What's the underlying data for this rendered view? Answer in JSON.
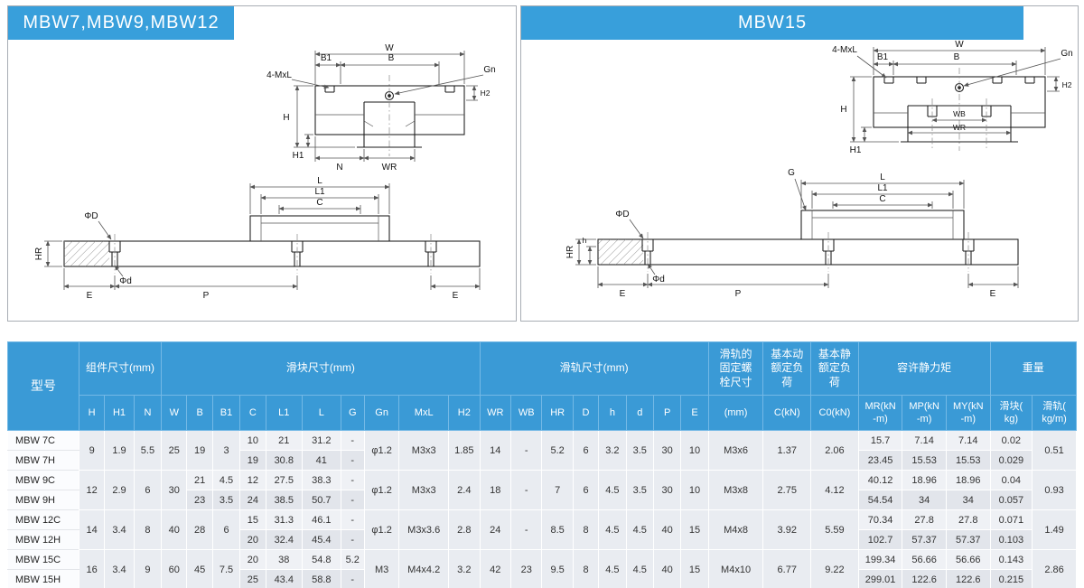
{
  "panels": [
    {
      "title": "MBW7,MBW9,MBW12",
      "front": {
        "w": "W",
        "b1": "B1",
        "b": "B",
        "mxl": "4-MxL",
        "gn": "Gn",
        "h": "H",
        "h1": "H1",
        "n": "N",
        "wr": "WR",
        "h2": "H2"
      },
      "side": {
        "l": "L",
        "l1": "L1",
        "c": "C",
        "dD": "ΦD",
        "dd": "Φd",
        "hr": "HR",
        "e": "E",
        "p": "P",
        "e2": "E"
      }
    },
    {
      "title": "MBW15",
      "front": {
        "w": "W",
        "b1": "B1",
        "b": "B",
        "mxl": "4-MxL",
        "gn": "Gn",
        "h": "H",
        "h1": "H1",
        "h2": "H2",
        "wb": "WB",
        "wr": "WR"
      },
      "side": {
        "g": "G",
        "l": "L",
        "l1": "L1",
        "c": "C",
        "dD": "ΦD",
        "dd": "Φd",
        "hr": "HR",
        "h": "h",
        "e": "E",
        "p": "P",
        "e2": "E"
      }
    }
  ],
  "table": {
    "header_row1": [
      {
        "t": "型号",
        "rs": 2
      },
      {
        "t": "组件尺寸(mm)",
        "cs": 3
      },
      {
        "t": "滑块尺寸(mm)",
        "cs": 10
      },
      {
        "t": "滑轨尺寸(mm)",
        "cs": 8
      },
      {
        "t": "滑轨的\n固定螺\n栓尺寸"
      },
      {
        "t": "基本动\n额定负\n荷"
      },
      {
        "t": "基本静\n额定负\n荷"
      },
      {
        "t": "容许静力矩",
        "cs": 3
      },
      {
        "t": "重量",
        "cs": 2
      }
    ],
    "header_row2": [
      "H",
      "H1",
      "N",
      "W",
      "B",
      "B1",
      "C",
      "L1",
      "L",
      "G",
      "Gn",
      "MxL",
      "H2",
      "WR",
      "WB",
      "HR",
      "D",
      "h",
      "d",
      "P",
      "E",
      "(mm)",
      "C(kN)",
      "C0(kN)",
      "MR(kN\n-m)",
      "MP(kN\n-m)",
      "MY(kN\n-m)",
      "滑块(\nkg)",
      "滑轨(\nkg/m)"
    ],
    "rows": [
      [
        [
          "MBW 7C",
          1
        ],
        [
          "9",
          2
        ],
        [
          "1.9",
          2
        ],
        [
          "5.5",
          2
        ],
        [
          "25",
          2
        ],
        [
          "19",
          2
        ],
        [
          "3",
          2
        ],
        [
          "10",
          1
        ],
        [
          "21",
          1
        ],
        [
          "31.2",
          1
        ],
        [
          "-",
          1
        ],
        [
          "φ1.2",
          2
        ],
        [
          "M3x3",
          2
        ],
        [
          "1.85",
          2
        ],
        [
          "14",
          2
        ],
        [
          "-",
          2
        ],
        [
          "5.2",
          2
        ],
        [
          "6",
          2
        ],
        [
          "3.2",
          2
        ],
        [
          "3.5",
          2
        ],
        [
          "30",
          2
        ],
        [
          "10",
          2
        ],
        [
          "M3x6",
          2
        ],
        [
          "1.37",
          2
        ],
        [
          "2.06",
          2
        ],
        [
          "15.7",
          1
        ],
        [
          "7.14",
          1
        ],
        [
          "7.14",
          1
        ],
        [
          "0.02",
          1
        ],
        [
          "0.51",
          2
        ]
      ],
      [
        [
          "MBW 7H",
          1
        ],
        [
          "19",
          1
        ],
        [
          "30.8",
          1
        ],
        [
          "41",
          1
        ],
        [
          "-",
          1
        ],
        [
          "23.45",
          1
        ],
        [
          "15.53",
          1
        ],
        [
          "15.53",
          1
        ],
        [
          "0.029",
          1
        ]
      ],
      [
        [
          "MBW 9C",
          1
        ],
        [
          "12",
          2
        ],
        [
          "2.9",
          2
        ],
        [
          "6",
          2
        ],
        [
          "30",
          2
        ],
        [
          "21",
          1
        ],
        [
          "4.5",
          1
        ],
        [
          "12",
          1
        ],
        [
          "27.5",
          1
        ],
        [
          "38.3",
          1
        ],
        [
          "-",
          1
        ],
        [
          "φ1.2",
          2
        ],
        [
          "M3x3",
          2
        ],
        [
          "2.4",
          2
        ],
        [
          "18",
          2
        ],
        [
          "-",
          2
        ],
        [
          "7",
          2
        ],
        [
          "6",
          2
        ],
        [
          "4.5",
          2
        ],
        [
          "3.5",
          2
        ],
        [
          "30",
          2
        ],
        [
          "10",
          2
        ],
        [
          "M3x8",
          2
        ],
        [
          "2.75",
          2
        ],
        [
          "4.12",
          2
        ],
        [
          "40.12",
          1
        ],
        [
          "18.96",
          1
        ],
        [
          "18.96",
          1
        ],
        [
          "0.04",
          1
        ],
        [
          "0.93",
          2
        ]
      ],
      [
        [
          "MBW 9H",
          1
        ],
        [
          "23",
          1
        ],
        [
          "3.5",
          1
        ],
        [
          "24",
          1
        ],
        [
          "38.5",
          1
        ],
        [
          "50.7",
          1
        ],
        [
          "-",
          1
        ],
        [
          "54.54",
          1
        ],
        [
          "34",
          1
        ],
        [
          "34",
          1
        ],
        [
          "0.057",
          1
        ]
      ],
      [
        [
          "MBW 12C",
          1
        ],
        [
          "14",
          2
        ],
        [
          "3.4",
          2
        ],
        [
          "8",
          2
        ],
        [
          "40",
          2
        ],
        [
          "28",
          2
        ],
        [
          "6",
          2
        ],
        [
          "15",
          1
        ],
        [
          "31.3",
          1
        ],
        [
          "46.1",
          1
        ],
        [
          "-",
          1
        ],
        [
          "φ1.2",
          2
        ],
        [
          "M3x3.6",
          2
        ],
        [
          "2.8",
          2
        ],
        [
          "24",
          2
        ],
        [
          "-",
          2
        ],
        [
          "8.5",
          2
        ],
        [
          "8",
          2
        ],
        [
          "4.5",
          2
        ],
        [
          "4.5",
          2
        ],
        [
          "40",
          2
        ],
        [
          "15",
          2
        ],
        [
          "M4x8",
          2
        ],
        [
          "3.92",
          2
        ],
        [
          "5.59",
          2
        ],
        [
          "70.34",
          1
        ],
        [
          "27.8",
          1
        ],
        [
          "27.8",
          1
        ],
        [
          "0.071",
          1
        ],
        [
          "1.49",
          2
        ]
      ],
      [
        [
          "MBW 12H",
          1
        ],
        [
          "20",
          1
        ],
        [
          "32.4",
          1
        ],
        [
          "45.4",
          1
        ],
        [
          "-",
          1
        ],
        [
          "102.7",
          1
        ],
        [
          "57.37",
          1
        ],
        [
          "57.37",
          1
        ],
        [
          "0.103",
          1
        ]
      ],
      [
        [
          "MBW 15C",
          1
        ],
        [
          "16",
          2
        ],
        [
          "3.4",
          2
        ],
        [
          "9",
          2
        ],
        [
          "60",
          2
        ],
        [
          "45",
          2
        ],
        [
          "7.5",
          2
        ],
        [
          "20",
          1
        ],
        [
          "38",
          1
        ],
        [
          "54.8",
          1
        ],
        [
          "5.2",
          1
        ],
        [
          "M3",
          2
        ],
        [
          "M4x4.2",
          2
        ],
        [
          "3.2",
          2
        ],
        [
          "42",
          2
        ],
        [
          "23",
          2
        ],
        [
          "9.5",
          2
        ],
        [
          "8",
          2
        ],
        [
          "4.5",
          2
        ],
        [
          "4.5",
          2
        ],
        [
          "40",
          2
        ],
        [
          "15",
          2
        ],
        [
          "M4x10",
          2
        ],
        [
          "6.77",
          2
        ],
        [
          "9.22",
          2
        ],
        [
          "199.34",
          1
        ],
        [
          "56.66",
          1
        ],
        [
          "56.66",
          1
        ],
        [
          "0.143",
          1
        ],
        [
          "2.86",
          2
        ]
      ],
      [
        [
          "MBW 15H",
          1
        ],
        [
          "25",
          1
        ],
        [
          "43.4",
          1
        ],
        [
          "58.8",
          1
        ],
        [
          "-",
          1
        ],
        [
          "299.01",
          1
        ],
        [
          "122.6",
          1
        ],
        [
          "122.6",
          1
        ],
        [
          "0.215",
          1
        ]
      ]
    ]
  },
  "colors": {
    "accent_blue": "#389fdb",
    "header_blue": "#3a9ad6"
  }
}
